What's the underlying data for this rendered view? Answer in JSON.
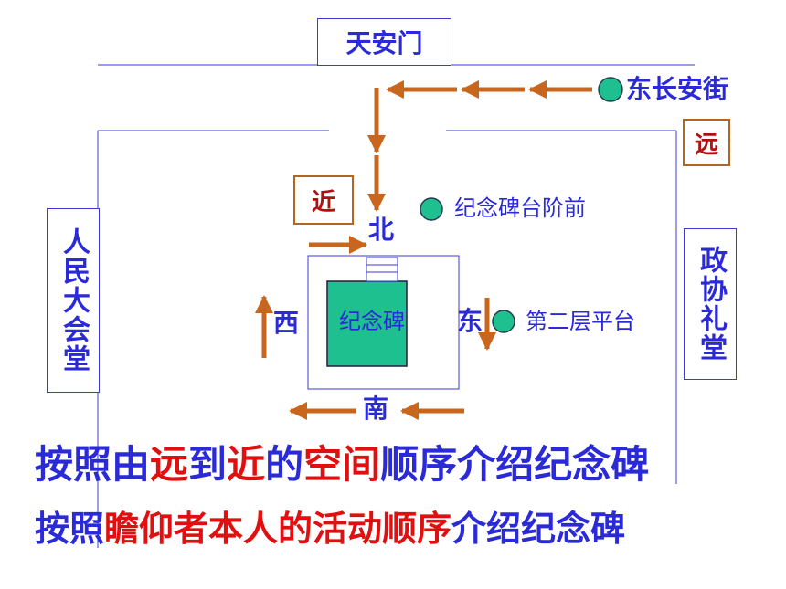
{
  "labels": {
    "tiananmen": "天安门",
    "east_street": "东长安街",
    "far": "远",
    "near": "近",
    "people_hall": "人民大会堂",
    "cppcc_hall": "政协礼堂",
    "north": "北",
    "south": "南",
    "west": "西",
    "east": "东",
    "monument": "纪念碑",
    "terrace_front": "纪念碑台阶前",
    "second_platform": "第二层平台"
  },
  "line1": {
    "p1": "按照由",
    "p2": "远",
    "p3": "到",
    "p4": "近",
    "p5": "的",
    "p6": "空间",
    "p7": "顺序介绍纪念碑"
  },
  "line2": {
    "p1": "按照",
    "p2": "瞻仰者本人的活动顺序",
    "p3": "介绍纪念碑"
  },
  "colors": {
    "blue": "#2a2ad8",
    "red": "#e01010",
    "arrow": "#c8661e",
    "monument": "#1fc090",
    "marker": "#1fc090"
  },
  "icons": [
    "marker-dot-icon",
    "arrow-left-icon",
    "arrow-right-icon",
    "arrow-up-icon",
    "arrow-down-icon"
  ]
}
